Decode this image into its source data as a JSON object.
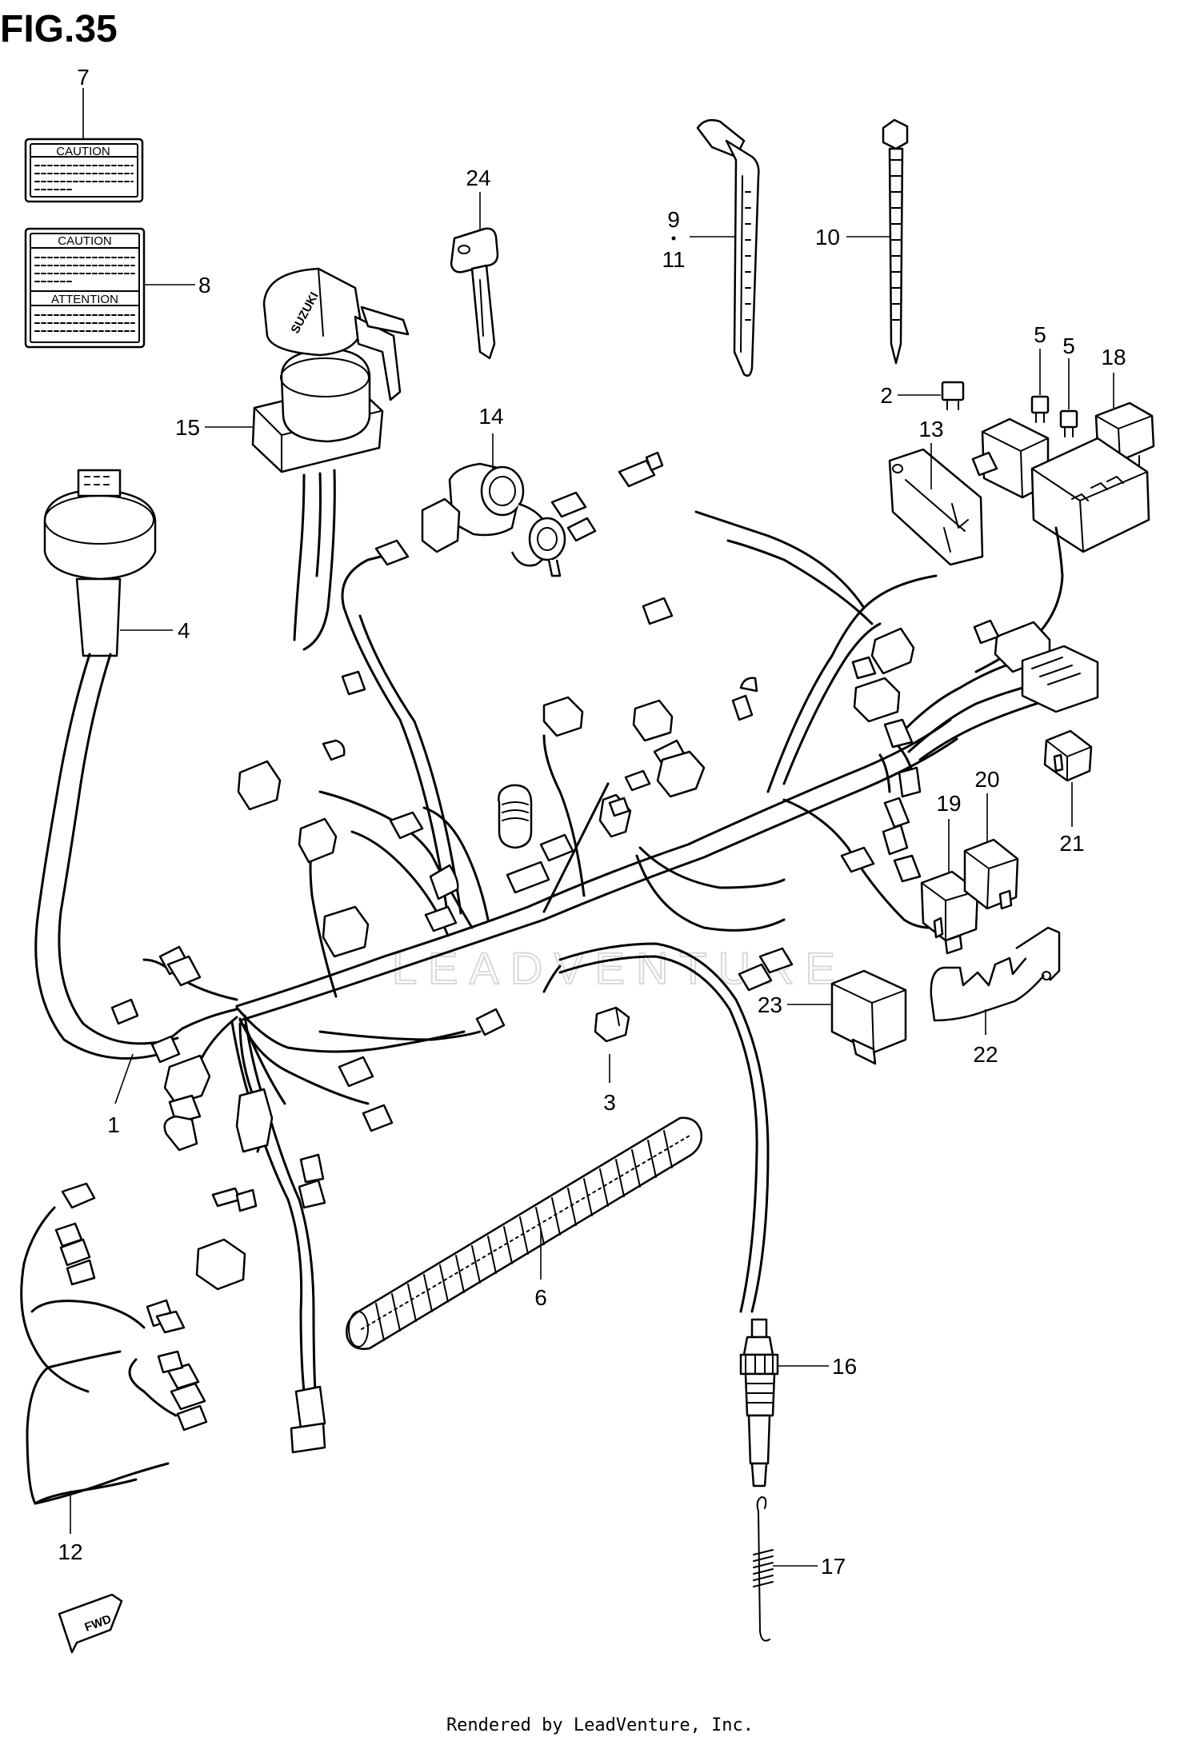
{
  "figure": {
    "title": "FIG.35",
    "footer": "Rendered by LeadVenture, Inc.",
    "watermark": "LEADVENTURE",
    "fwd_label": "FWD"
  },
  "labels": {
    "l1": "1",
    "l2": "2",
    "l3": "3",
    "l4": "4",
    "l5a": "5",
    "l5b": "5",
    "l6": "6",
    "l7": "7",
    "l8": "8",
    "l9": "9",
    "l10": "10",
    "l11": "11",
    "l12": "12",
    "l13": "13",
    "l14": "14",
    "l15": "15",
    "l16": "16",
    "l17": "17",
    "l18": "18",
    "l19": "19",
    "l20": "20",
    "l21": "21",
    "l22": "22",
    "l23": "23",
    "l24": "24"
  },
  "part_texts": {
    "caution_1": "CAUTION",
    "caution_2": "CAUTION",
    "attention": "ATTENTION",
    "brand": "SUZUKI"
  }
}
